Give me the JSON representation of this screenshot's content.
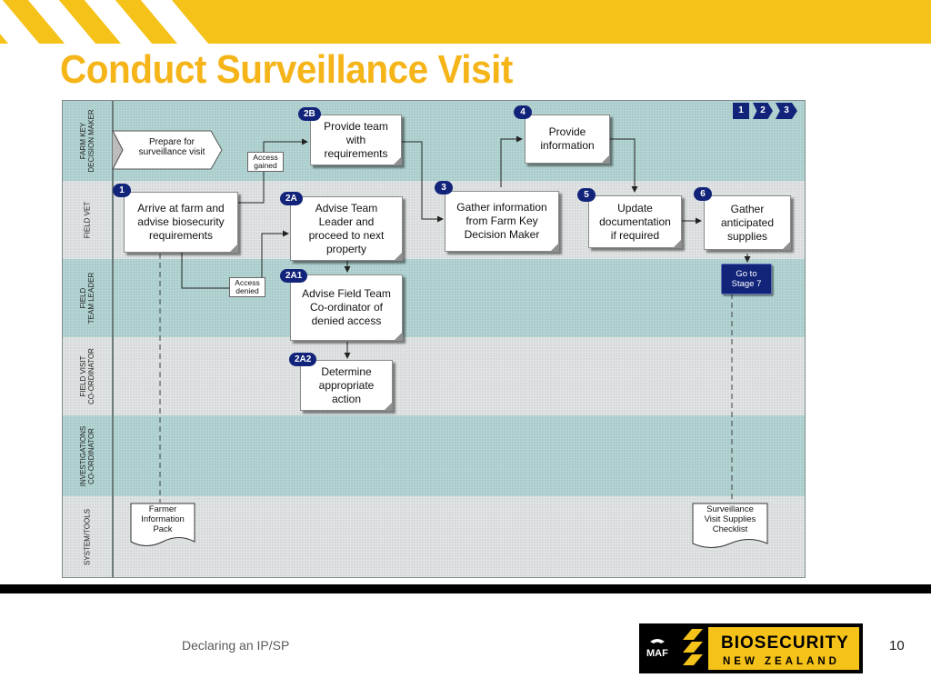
{
  "slide": {
    "title": "Conduct Surveillance Visit",
    "footer_text": "Declaring an IP/SP",
    "page_number": "10"
  },
  "logo": {
    "mark_text": "MAF",
    "name_line1": "BIOSECURITY",
    "name_line2": "NEW ZEALAND"
  },
  "colors": {
    "header_yellow": "#f5c219",
    "title_yellow": "#f5b417",
    "badge_navy": "#12247a",
    "lane_teal": "#a9cdcc",
    "lane_grey": "#d7dbdb"
  },
  "diagram": {
    "lanes": [
      {
        "label": "FARM KEY\nDECISION MAKER",
        "shade": "teal"
      },
      {
        "label": "FIELD VET",
        "shade": "grey"
      },
      {
        "label": "FIELD\nTEAM LEADER",
        "shade": "teal"
      },
      {
        "label": "FIELD VISIT\nCO-ORDINATOR",
        "shade": "grey"
      },
      {
        "label": "INVESTIGATIONS\nCO-ORDINATOR",
        "shade": "teal"
      },
      {
        "label": "SYSTEM/TOOLS",
        "shade": "grey"
      }
    ],
    "nav": {
      "n1": "1",
      "n2": "2",
      "n3": "3"
    },
    "start": {
      "text": "Prepare for\nsurveillance visit"
    },
    "steps": {
      "s1": {
        "badge": "1",
        "text": "Arrive at farm and\nadvise  biosecurity\nrequirements"
      },
      "s2b": {
        "badge": "2B",
        "text": "Provide team\nwith\nrequirements"
      },
      "s2a": {
        "badge": "2A",
        "text": "Advise Team\nLeader and\nproceed to next\nproperty"
      },
      "s2a1": {
        "badge": "2A1",
        "text": "Advise Field Team\nCo-ordinator of\ndenied access"
      },
      "s2a2": {
        "badge": "2A2",
        "text": "Determine\nappropriate\naction"
      },
      "s3": {
        "badge": "3",
        "text": "Gather information\nfrom Farm Key\nDecision Maker"
      },
      "s4": {
        "badge": "4",
        "text": "Provide\ninformation"
      },
      "s5": {
        "badge": "5",
        "text": "Update\ndocumentation\nif required"
      },
      "s6": {
        "badge": "6",
        "text": "Gather\nanticipated\nsupplies"
      }
    },
    "labels": {
      "access_gained": "Access\ngained",
      "access_denied": "Access\ndenied"
    },
    "goto": {
      "text": "Go to\nStage 7"
    },
    "documents": {
      "farmer_pack": "Farmer\nInformation\nPack",
      "supplies_checklist": "Surveillance\nVisit Supplies\nChecklist"
    }
  }
}
